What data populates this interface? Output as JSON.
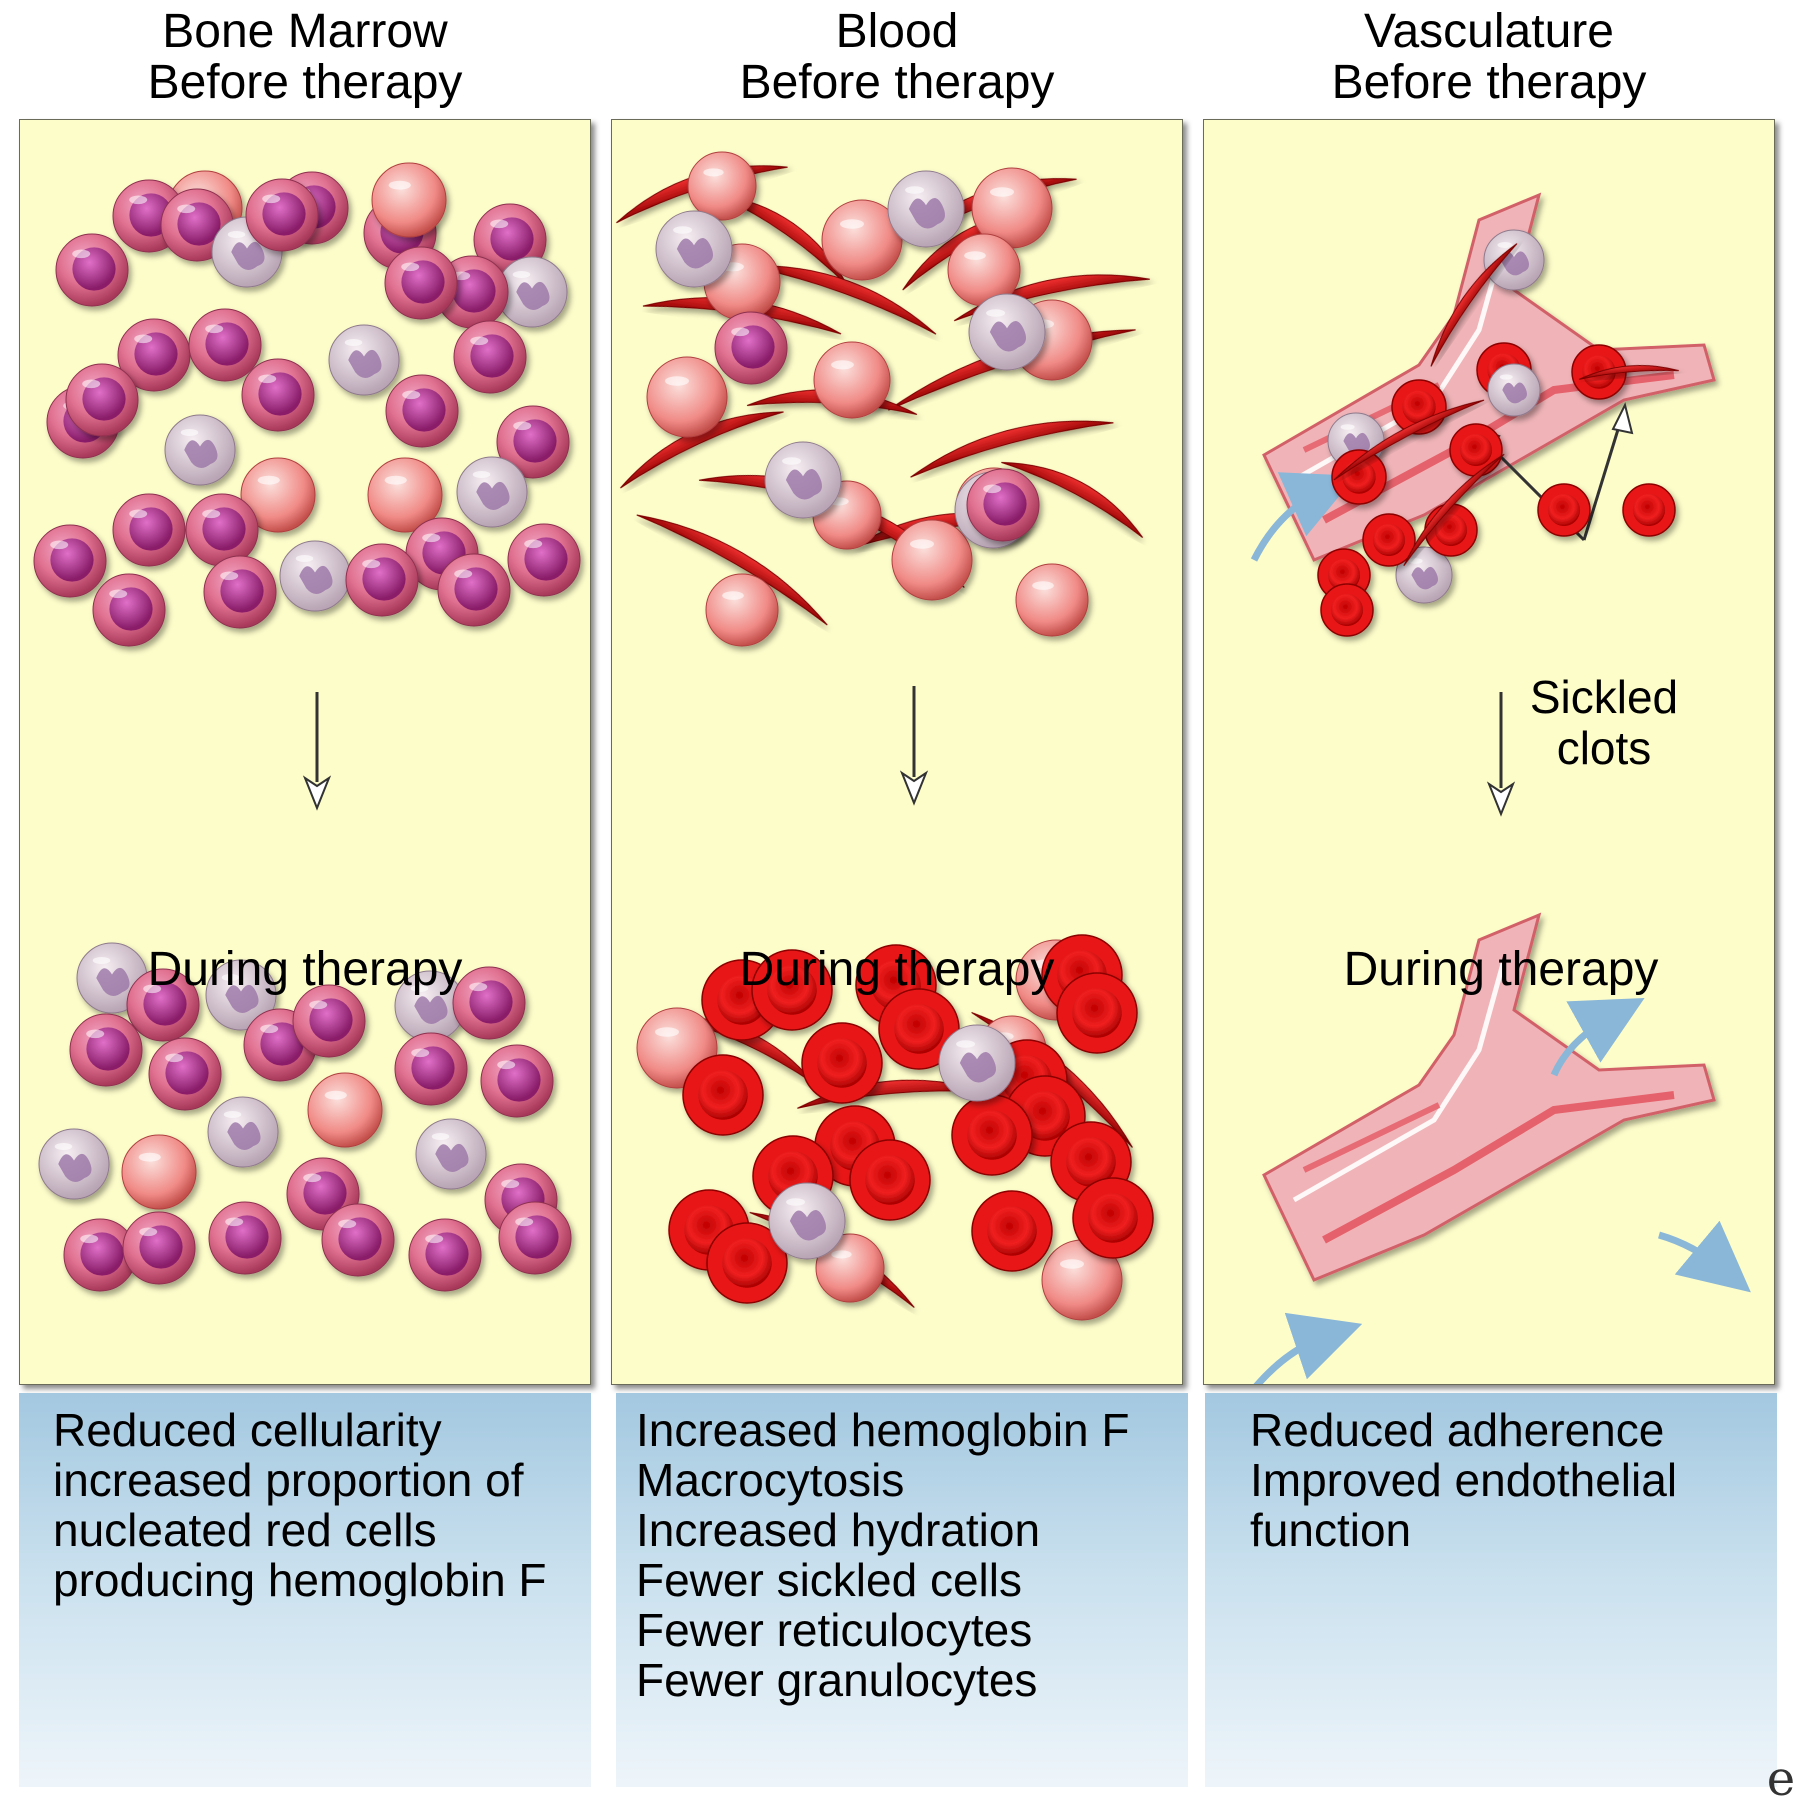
{
  "columns": [
    {
      "header": [
        "Bone Marrow",
        "Before therapy"
      ],
      "during": "During therapy",
      "effects": [
        "Reduced cellularity",
        "increased proportion of",
        "nucleated red cells",
        "producing hemoglobin F"
      ]
    },
    {
      "header": [
        "Blood",
        "Before therapy"
      ],
      "during": "During therapy",
      "effects": [
        "Increased hemoglobin F",
        "Macrocytosis",
        "Increased hydration",
        "Fewer sickled cells",
        "Fewer reticulocytes",
        "Fewer granulocytes"
      ]
    },
    {
      "header": [
        "Vasculature",
        "Before therapy"
      ],
      "during": "During therapy",
      "effects": [
        "Reduced adherence",
        "Improved endothelial",
        "function"
      ],
      "annotation": [
        "Sickled",
        "clots"
      ]
    }
  ],
  "logo_glyph": "e",
  "colors": {
    "panel_bg": "#fdfdca",
    "red_cell": "#e31010",
    "nucleated_cell": "#c0407a",
    "sickled_cell": "#cc0a0a",
    "vessel": "#e88a8a",
    "flow_arrow": "#88b4d6"
  }
}
